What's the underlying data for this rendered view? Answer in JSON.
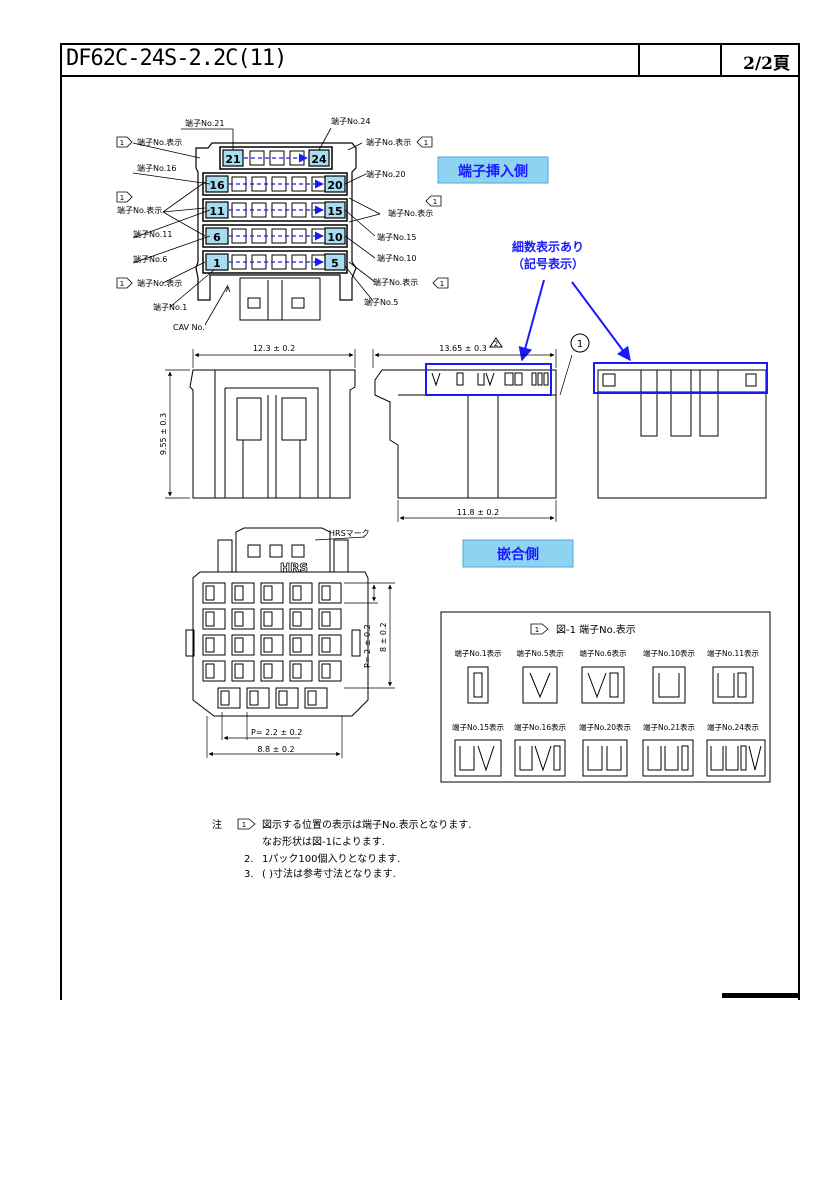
{
  "title_block": {
    "part_number": "DF62C-24S-2.2C(11)",
    "page": "2/2頁"
  },
  "terminal_view": {
    "labels": {
      "no21": "端子No.21",
      "no24": "端子No.24",
      "no16": "端子No.16",
      "no20": "端子No.20",
      "no11": "端子No.11",
      "no15": "端子No.15",
      "no6": "端子No.6",
      "no10": "端子No.10",
      "no1": "端子No.1",
      "no5": "端子No.5",
      "no_display": "端子No.表示",
      "cav_no": "CAV No.",
      "marker": "1"
    },
    "row_numbers": [
      {
        "left": "21",
        "right": "24"
      },
      {
        "left": "16",
        "right": "20"
      },
      {
        "left": "11",
        "right": "15"
      },
      {
        "left": "6",
        "right": "10"
      },
      {
        "left": "1",
        "right": "5"
      }
    ],
    "insertion_side_label": "端子挿入側",
    "detail_label_line1": "細数表示あり",
    "detail_label_line2": "（記号表示）"
  },
  "side_views": {
    "dim_width": "12.3 ± 0.2",
    "dim_height": "9.55 ± 0.3",
    "dim_depth": "13.65 ± 0.3",
    "dim_base": "11.8 ± 0.2",
    "revision_mark": "2",
    "callout": "1"
  },
  "mating_view": {
    "hrs_mark_label": "HRSマーク",
    "logo_text": "HRS",
    "mating_side_label": "嵌合側",
    "dim_pitch_v": "P= 2 ± 0.2",
    "dim_v_total": "8 ± 0.2",
    "dim_pitch_h": "P= 2.2 ± 0.2",
    "dim_h_total": "8.8 ± 0.2"
  },
  "figure1": {
    "marker": "1",
    "title": "図-1  端子No.表示",
    "items_row1": [
      {
        "label": "端子No.1表示",
        "symbol": "I"
      },
      {
        "label": "端子No.5表示",
        "symbol": "V"
      },
      {
        "label": "端子No.6表示",
        "symbol": "VI"
      },
      {
        "label": "端子No.10表示",
        "symbol": "U"
      },
      {
        "label": "端子No.11表示",
        "symbol": "UI"
      }
    ],
    "items_row2": [
      {
        "label": "端子No.15表示",
        "symbol": "UV"
      },
      {
        "label": "端子No.16表示",
        "symbol": "UVI"
      },
      {
        "label": "端子No.20表示",
        "symbol": "UU"
      },
      {
        "label": "端子No.21表示",
        "symbol": "UUI"
      },
      {
        "label": "端子No.24表示",
        "symbol": "UUIV"
      }
    ]
  },
  "notes": {
    "prefix": "注",
    "marker": "1",
    "line1": "図示する位置の表示は端子No.表示となります.",
    "line1b": "なお形状は図-1によります.",
    "line2_num": "2.",
    "line2": "1パック100個入りとなります.",
    "line3_num": "3.",
    "line3": "(  )寸法は参考寸法となります."
  },
  "colors": {
    "highlight": "#1a1aff",
    "cell_fill": "#a8dcf0",
    "label_box": "#8fd3f2"
  }
}
